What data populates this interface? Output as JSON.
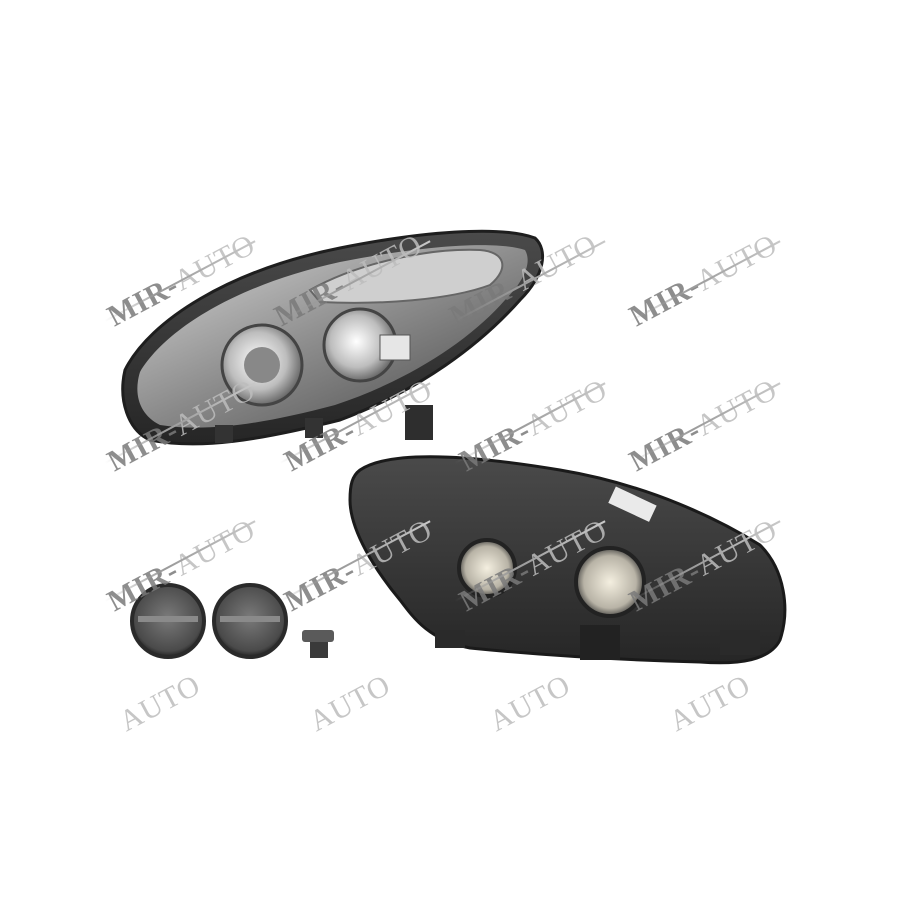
{
  "image": {
    "subject": "Car headlight assembly product photo",
    "parts": [
      {
        "name": "headlight-front-view",
        "description": "Headlamp front view with clear lens and projector"
      },
      {
        "name": "headlight-rear-view",
        "description": "Headlamp rear housing view with bulb sockets"
      },
      {
        "name": "bulb-cover-cap-1",
        "description": "Round rear cap"
      },
      {
        "name": "bulb-cover-cap-2",
        "description": "Round rear cap"
      },
      {
        "name": "connector-plug",
        "description": "Small connector"
      }
    ]
  },
  "watermark": {
    "brand": "MIR",
    "separator": "-",
    "suffix": "AUTO",
    "text": "MIR-AUTO"
  },
  "colors": {
    "background": "#ffffff",
    "watermark_dark": "#7a7a7a",
    "watermark_light": "#bdbdbd",
    "housing": "#3a3a3a",
    "chrome": "#d9d9d9"
  }
}
